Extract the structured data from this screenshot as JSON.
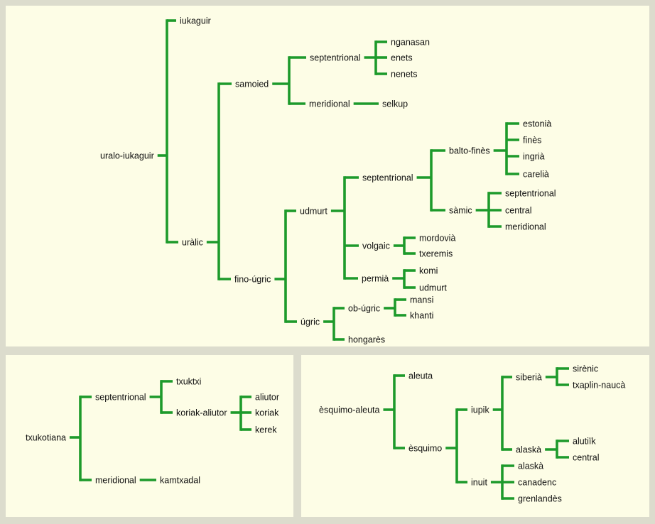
{
  "colors": {
    "background": "#dcdccd",
    "panel": "#fdfde6",
    "branch": "#1d9a2b",
    "text": "#111111"
  },
  "panels": [
    {
      "name": "uralo-iukaguir-family",
      "root": {
        "label": "uralo-iukaguir",
        "children": [
          {
            "label": "iukaguir"
          },
          {
            "label": "uràlic",
            "children": [
              {
                "label": "samoied",
                "children": [
                  {
                    "label": "septentrional",
                    "children": [
                      {
                        "label": "nganasan"
                      },
                      {
                        "label": "enets"
                      },
                      {
                        "label": "nenets"
                      }
                    ]
                  },
                  {
                    "label": "meridional",
                    "children": [
                      {
                        "label": "selkup"
                      }
                    ]
                  }
                ]
              },
              {
                "label": "fino-úgric",
                "children": [
                  {
                    "label": "udmurt",
                    "children": [
                      {
                        "label": "septentrional",
                        "children": [
                          {
                            "label": "balto-finès",
                            "children": [
                              {
                                "label": "estonià"
                              },
                              {
                                "label": "finès"
                              },
                              {
                                "label": "ingrià"
                              },
                              {
                                "label": "carelià"
                              }
                            ]
                          },
                          {
                            "label": "sàmic",
                            "children": [
                              {
                                "label": "septentrional"
                              },
                              {
                                "label": "central"
                              },
                              {
                                "label": "meridional"
                              }
                            ]
                          }
                        ]
                      },
                      {
                        "label": "volgaic",
                        "children": [
                          {
                            "label": "mordovià"
                          },
                          {
                            "label": "txeremis"
                          }
                        ]
                      },
                      {
                        "label": "permià",
                        "children": [
                          {
                            "label": "komi"
                          },
                          {
                            "label": "udmurt"
                          }
                        ]
                      }
                    ]
                  },
                  {
                    "label": "úgric",
                    "children": [
                      {
                        "label": "ob-úgric",
                        "children": [
                          {
                            "label": "mansi"
                          },
                          {
                            "label": "khanti"
                          }
                        ]
                      },
                      {
                        "label": "hongarès"
                      }
                    ]
                  }
                ]
              }
            ]
          }
        ]
      }
    },
    {
      "name": "txukotiana-family",
      "root": {
        "label": "txukotiana",
        "children": [
          {
            "label": "septentrional",
            "children": [
              {
                "label": "txuktxi"
              },
              {
                "label": "koriak-aliutor",
                "children": [
                  {
                    "label": "aliutor"
                  },
                  {
                    "label": "koriak"
                  },
                  {
                    "label": "kerek"
                  }
                ]
              }
            ]
          },
          {
            "label": "meridional",
            "children": [
              {
                "label": "kamtxadal"
              }
            ]
          }
        ]
      }
    },
    {
      "name": "esquimo-aleuta-family",
      "root": {
        "label": "èsquimo-aleuta",
        "children": [
          {
            "label": "aleuta"
          },
          {
            "label": "èsquimo",
            "children": [
              {
                "label": "iupik",
                "children": [
                  {
                    "label": "siberià",
                    "children": [
                      {
                        "label": "sirènic"
                      },
                      {
                        "label": "txaplin-naucà"
                      }
                    ]
                  },
                  {
                    "label": "alaskà",
                    "children": [
                      {
                        "label": "alutiïk"
                      },
                      {
                        "label": "central"
                      }
                    ]
                  }
                ]
              },
              {
                "label": "inuit",
                "children": [
                  {
                    "label": "alaskà"
                  },
                  {
                    "label": "canadenc"
                  },
                  {
                    "label": "grenlandès"
                  }
                ]
              }
            ]
          }
        ]
      }
    }
  ]
}
